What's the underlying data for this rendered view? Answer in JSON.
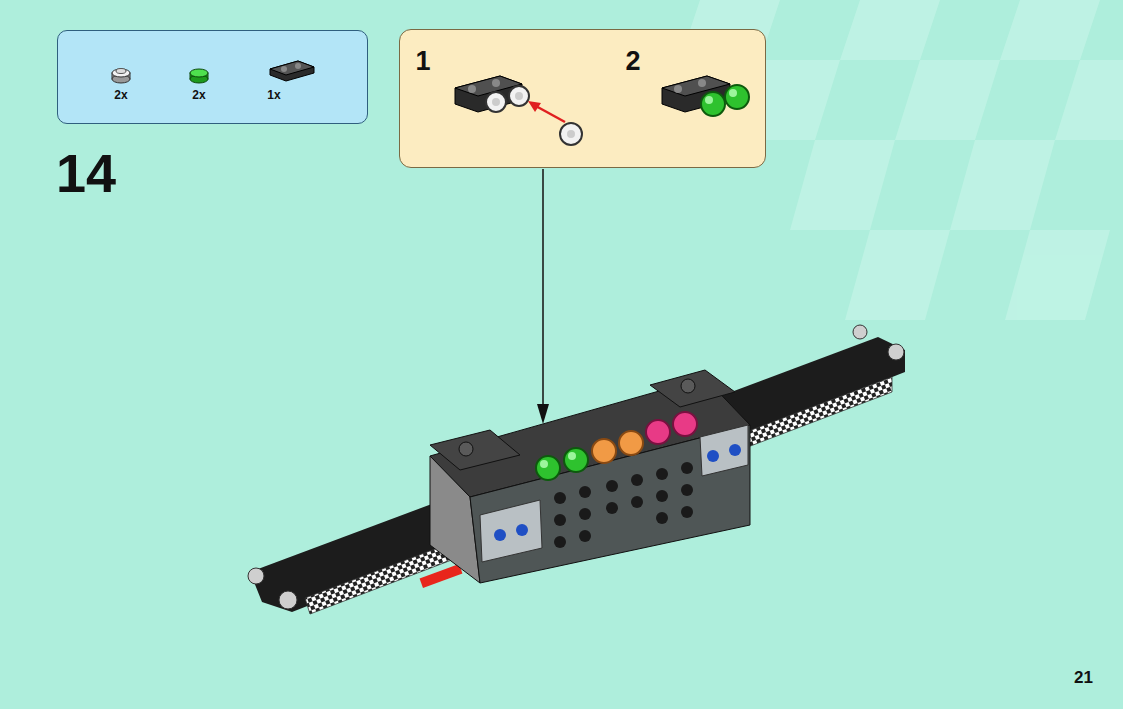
{
  "diagram": {
    "nodes": [
      {
        "text": [
          "2x",
          "2x",
          "1x"
        ]
      },
      {
        "text": [
          "1",
          "2"
        ]
      }
    ],
    "labels": [
      "14",
      "21"
    ]
  }
}
